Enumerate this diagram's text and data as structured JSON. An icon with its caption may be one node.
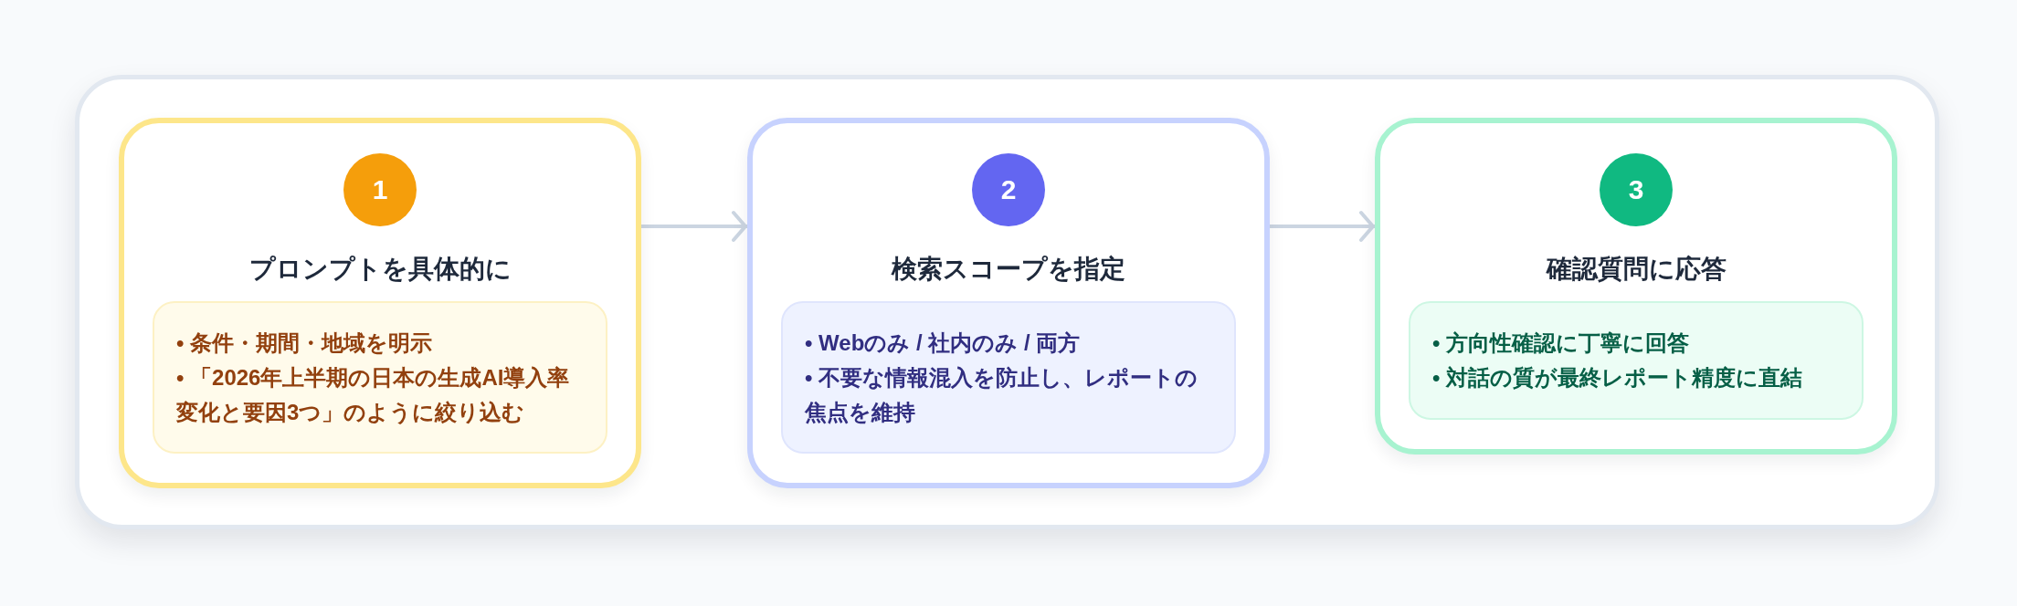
{
  "diagram": {
    "nodes": [
      {
        "text": [
          "プロンプトを具体的に"
        ]
      },
      {
        "text": [
          "1"
        ],
        "in": 0
      },
      {
        "text": [
          "• 条件・期間・地域を明示",
          "• 「2026年上半期の日本の生成AI導入率変化と要因3つ」のように絞り込む"
        ],
        "in": 0
      },
      {
        "text": [
          "検索スコープを指定"
        ]
      },
      {
        "text": [
          "2"
        ],
        "in": 3
      },
      {
        "text": [
          "• Webのみ / 社内のみ / 両方",
          "• 不要な情報混入を防止し、レポートの焦点を維持"
        ],
        "in": 3
      },
      {
        "text": [
          "確認質問に応答"
        ]
      },
      {
        "text": [
          "3"
        ],
        "in": 6
      },
      {
        "text": [
          "• 方向性確認に丁寧に回答",
          "• 対話の質が最終レポート精度に直結"
        ],
        "in": 6
      }
    ],
    "edges": [
      {
        "from": 0,
        "to": 3,
        "arrow": "to"
      },
      {
        "from": 3,
        "to": 6,
        "arrow": "to"
      }
    ]
  }
}
